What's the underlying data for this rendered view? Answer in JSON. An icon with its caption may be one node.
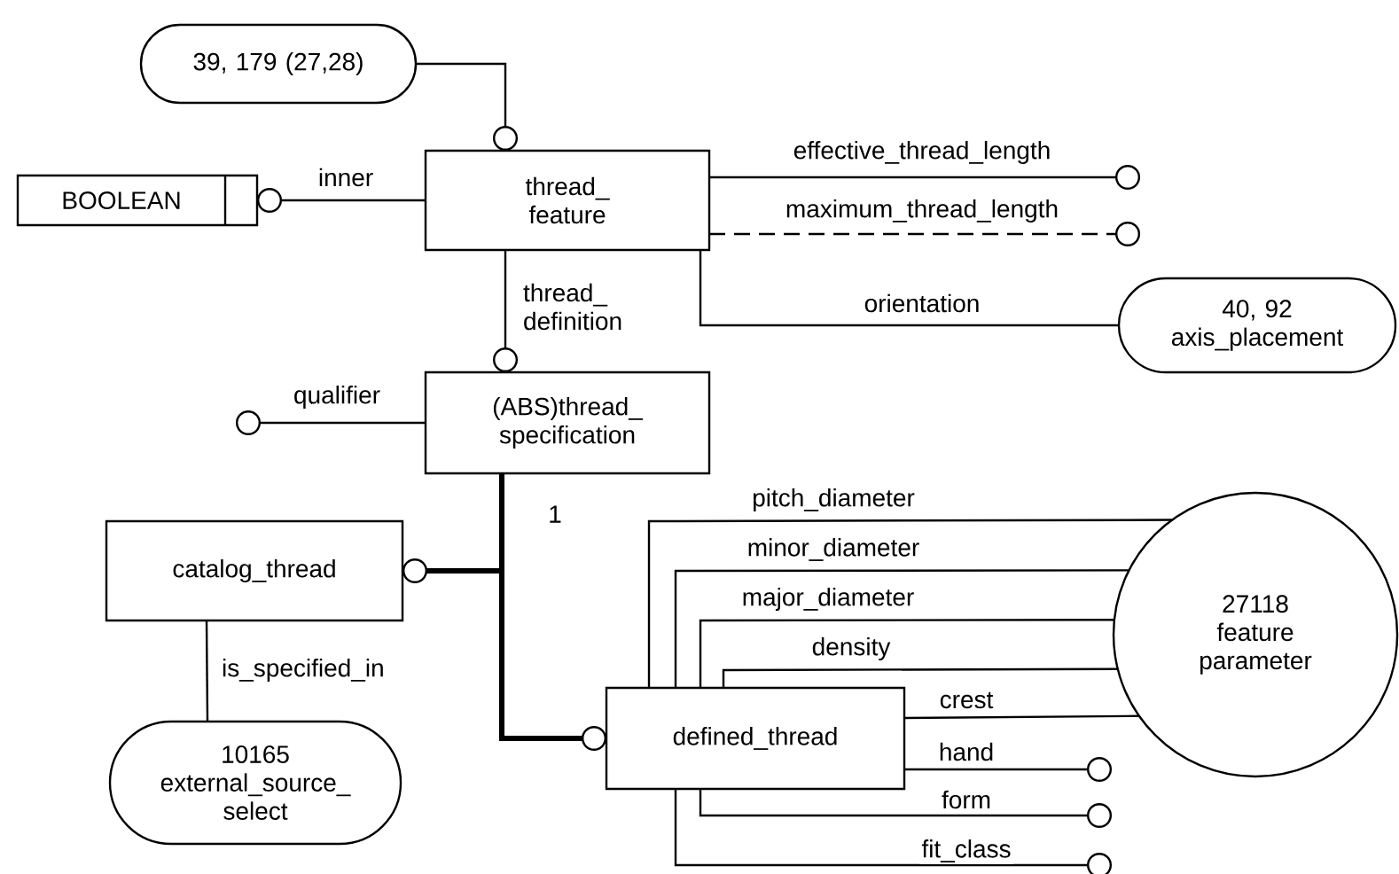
{
  "diagram": {
    "nodes": [
      {
        "text": [
          "39, 179 (27,28)"
        ]
      },
      {
        "text": [
          "thread_ feature"
        ]
      },
      {
        "text": [
          "BOOLEAN"
        ]
      },
      {
        "text": [
          "(ABS)thread_ specification"
        ]
      },
      {
        "text": [
          "catalog_thread"
        ]
      },
      {
        "text": [
          "10165 external_source_ select"
        ]
      },
      {
        "text": [
          "defined_thread"
        ]
      },
      {
        "text": [
          "40, 92 axis_placement"
        ]
      },
      {
        "text": [
          "27118 feature parameter"
        ]
      }
    ],
    "edges": [
      {
        "from": 0,
        "to": 1,
        "arrow": "other"
      },
      {
        "from": 1,
        "to": 2,
        "arrow": "other",
        "label": "inner"
      },
      {
        "from": 1,
        "to": null,
        "arrow": "other",
        "label": "effective_thread_length"
      },
      {
        "from": 1,
        "to": null,
        "arrow": "other",
        "label": "maximum_thread_length",
        "style": "dashed"
      },
      {
        "from": 1,
        "to": 7,
        "arrow": "none",
        "label": "orientation"
      },
      {
        "from": 1,
        "to": 3,
        "arrow": "other",
        "label": "thread_ definition"
      },
      {
        "from": 3,
        "to": null,
        "arrow": "other",
        "label": "qualifier"
      },
      {
        "from": 3,
        "to": 4,
        "arrow": "other",
        "style": "thick"
      },
      {
        "from": 3,
        "to": 6,
        "arrow": "other",
        "style": "thick"
      },
      {
        "from": 4,
        "to": 5,
        "arrow": "none",
        "label": "is_specified_in"
      },
      {
        "from": 6,
        "to": 8,
        "arrow": "none",
        "label": "pitch_diameter"
      },
      {
        "from": 6,
        "to": 8,
        "arrow": "none",
        "label": "minor_diameter"
      },
      {
        "from": 6,
        "to": 8,
        "arrow": "none",
        "label": "major_diameter"
      },
      {
        "from": 6,
        "to": 8,
        "arrow": "none",
        "label": "density"
      },
      {
        "from": 6,
        "to": 8,
        "arrow": "none",
        "label": "crest"
      },
      {
        "from": 6,
        "to": null,
        "arrow": "other",
        "label": "hand"
      },
      {
        "from": 6,
        "to": null,
        "arrow": "other",
        "label": "form"
      },
      {
        "from": 6,
        "to": null,
        "arrow": "other",
        "label": "fit_class"
      }
    ],
    "labels": [
      "1"
    ]
  }
}
